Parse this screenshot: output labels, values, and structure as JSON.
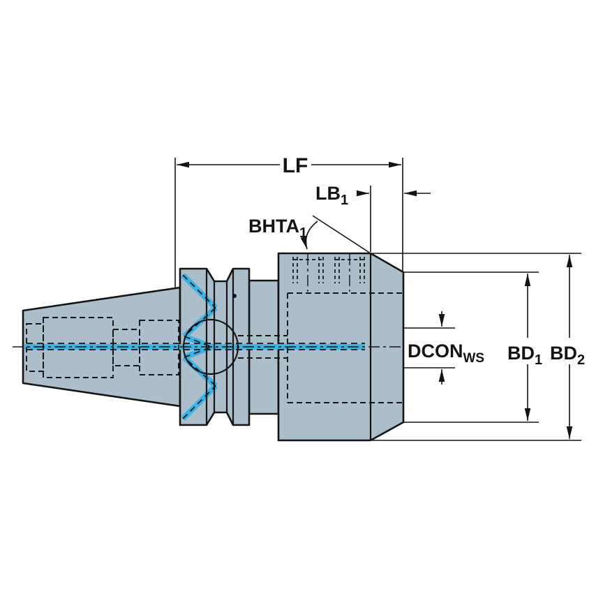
{
  "figure": {
    "kind": "engineering-dimension-drawing",
    "subject": "milling-adapter-side-view"
  },
  "colors": {
    "body_fill": "#abbeca",
    "highlight": "#38b5e8",
    "line": "#141414",
    "background": "#ffffff"
  },
  "labels": {
    "lf": {
      "main": "LF",
      "sub": ""
    },
    "lb1": {
      "main": "LB",
      "sub": "1"
    },
    "bhta1": {
      "main": "BHTA",
      "sub": "1"
    },
    "dcon": {
      "main": "DCON",
      "sub": "WS"
    },
    "bd1": {
      "main": "BD",
      "sub": "1"
    },
    "bd2": {
      "main": "BD",
      "sub": "2"
    }
  }
}
